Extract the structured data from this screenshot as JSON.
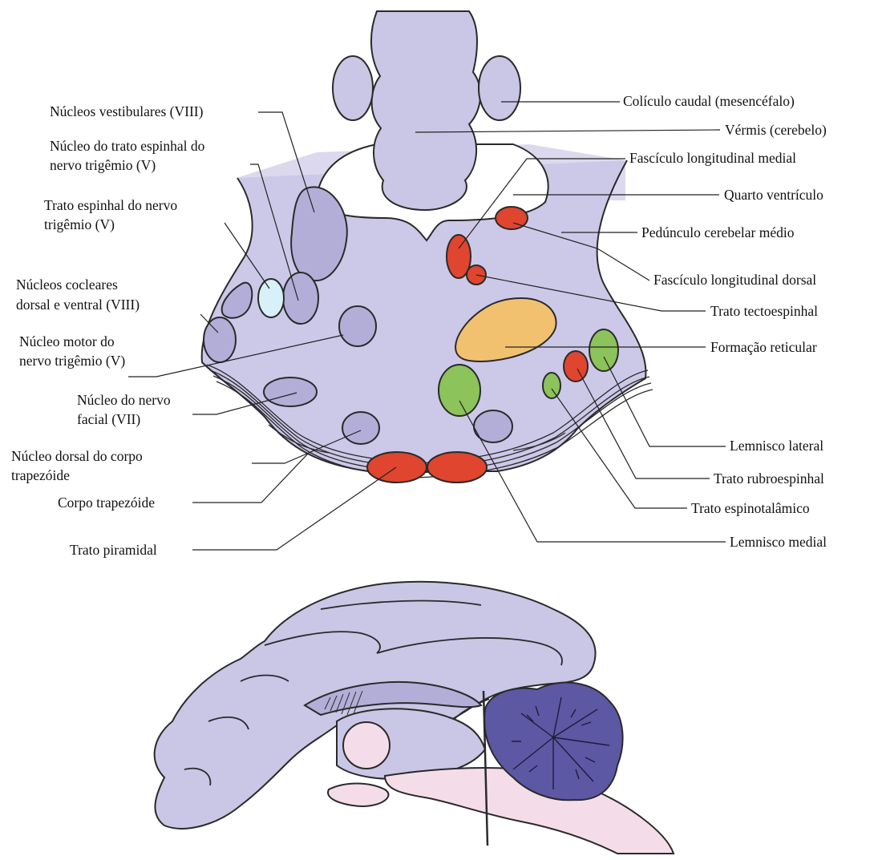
{
  "colors": {
    "tissue": "#c9c6e6",
    "tissue_light": "#d8d5ee",
    "nucleus": "#b3aed8",
    "tract_red": "#e0452f",
    "tract_green": "#8cc35a",
    "reticular_orange": "#f2c170",
    "trigeminal_tract_blue": "#d8f0f8",
    "cerebellum_dark": "#5c58a3",
    "brainstem_pink": "#f4dde9",
    "line": "#2a2a2a"
  },
  "labels_left": {
    "vestibular_nuclei": "Núcleos vestibulares (VIII)",
    "trigeminal_spinal_nucleus_1": "Núcleo do trato espinhal do",
    "trigeminal_spinal_nucleus_2": "nervo trigêmio (V)",
    "trigeminal_spinal_tract_1": "Trato espinhal do nervo",
    "trigeminal_spinal_tract_2": "trigêmio (V)",
    "cochlear_nuclei_1": "Núcleos cocleares",
    "cochlear_nuclei_2": "dorsal e ventral (VIII)",
    "trigeminal_motor_1": "Núcleo motor do",
    "trigeminal_motor_2": "nervo trigêmio (V)",
    "facial_nucleus_1": "Núcleo do nervo",
    "facial_nucleus_2": "facial (VII)",
    "trapezoid_dorsal_1": "Núcleo dorsal do corpo",
    "trapezoid_dorsal_2": "trapezóide",
    "trapezoid_body": "Corpo trapezóide",
    "pyramidal_tract": "Trato piramidal"
  },
  "labels_right": {
    "caudal_colliculus": "Colículo caudal (mesencéfalo)",
    "vermis": "Vérmis (cerebelo)",
    "mlf": "Fascículo longitudinal medial",
    "fourth_ventricle": "Quarto ventrículo",
    "middle_peduncle": "Pedúnculo cerebelar médio",
    "dlf": "Fascículo longitudinal dorsal",
    "tectospinal": "Trato tectoespinhal",
    "reticular": "Formação reticular",
    "lateral_lemniscus": "Lemnisco lateral",
    "rubrospinal": "Trato rubroespinhal",
    "spinothalamic": "Trato espinotalâmico",
    "medial_lemniscus": "Lemnisco medial"
  }
}
